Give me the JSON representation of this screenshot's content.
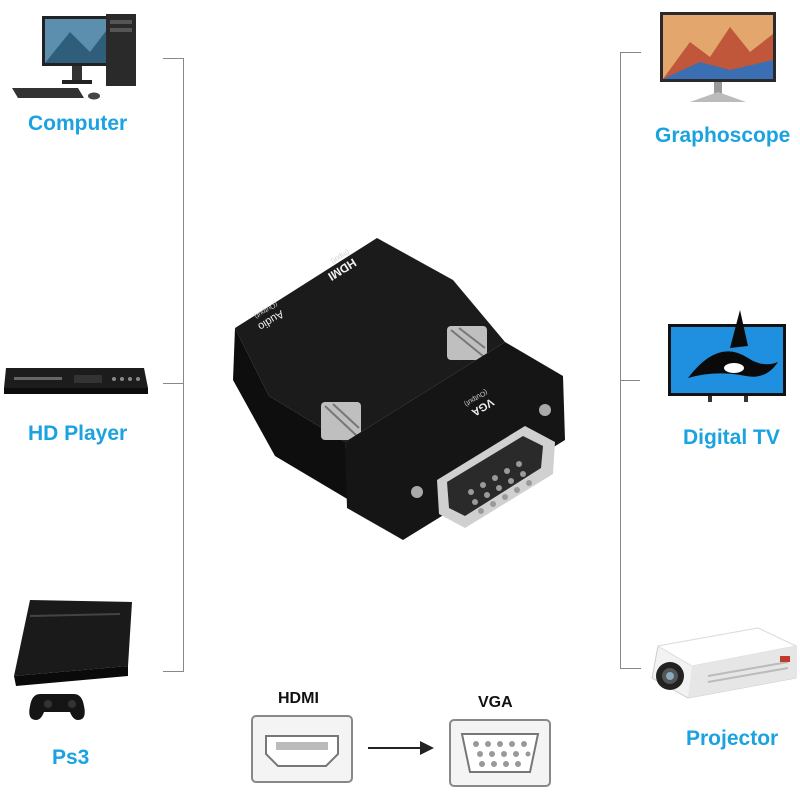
{
  "left_devices": [
    {
      "id": "computer",
      "label": "Computer",
      "icon": "computer-icon"
    },
    {
      "id": "hd-player",
      "label": "HD Player",
      "icon": "dvd-player-icon"
    },
    {
      "id": "ps3",
      "label": "Ps3",
      "icon": "game-console-icon"
    }
  ],
  "right_devices": [
    {
      "id": "graphoscope",
      "label": "Graphoscope",
      "icon": "monitor-icon"
    },
    {
      "id": "digital-tv",
      "label": "Digital TV",
      "icon": "tv-icon"
    },
    {
      "id": "projector",
      "label": "Projector",
      "icon": "projector-icon"
    }
  ],
  "adapter": {
    "hdmi_text": "HDMI",
    "hdmi_sub": "(Input)",
    "audio_text": "Audio",
    "audio_sub": "(Output)",
    "vga_text": "VGA",
    "vga_sub": "(Output)"
  },
  "connectors": {
    "input_label": "HDMI",
    "output_label": "VGA",
    "arrow_icon": "arrow-right-icon"
  },
  "colors": {
    "label_blue": "#1aa3e0",
    "bracket_gray": "#888888",
    "adapter_black": "#111111"
  }
}
